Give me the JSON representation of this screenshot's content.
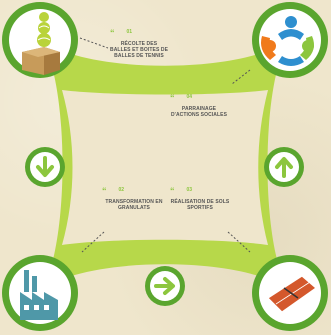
{
  "steps": [
    {
      "number": "01",
      "label": "RÉCOLTE DES BALLES ET BOITES DE BALLES DE TENNIS",
      "icon": "box-of-tennis-balls-icon"
    },
    {
      "number": "04",
      "label": "PARRAINAGE D'ACTIONS SOCIALES",
      "icon": "people-circle-icon"
    },
    {
      "number": "02",
      "label": "TRANSFORMATION EN GRANULATS",
      "icon": "factory-icon"
    },
    {
      "number": "03",
      "label": "RÉALISATION DE SOLS SPORTIFS",
      "icon": "tennis-court-icon"
    }
  ],
  "quote_mark": "“",
  "arrows": [
    "arrow-down-icon",
    "arrow-right-icon",
    "arrow-up-icon"
  ],
  "colors": {
    "background": "#efe6cc",
    "track_green": "#b7d84a",
    "dark_green": "#5aa52e",
    "accent_green": "#8cc63e",
    "text": "#555555",
    "court_orange": "#d4582c",
    "people_orange": "#f07a1c",
    "people_green": "#8cc63e",
    "people_blue": "#2e8fcf"
  }
}
